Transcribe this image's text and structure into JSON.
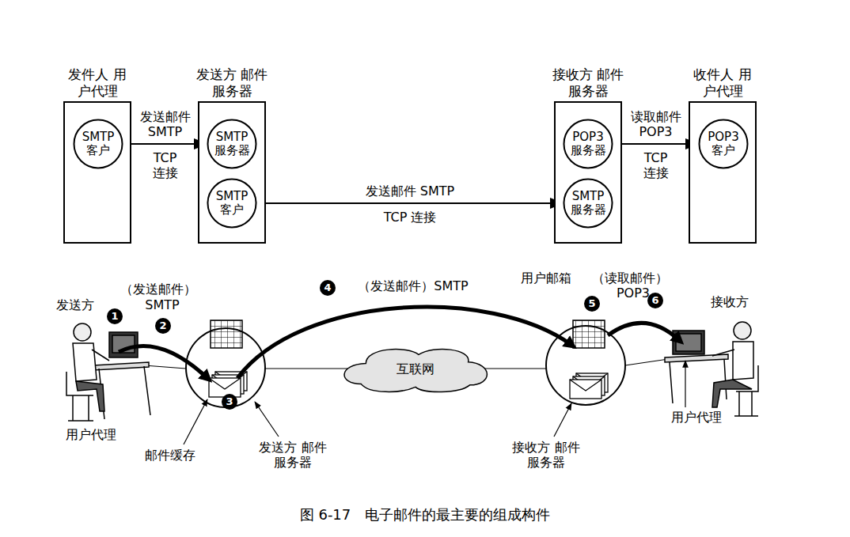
{
  "diagram": {
    "caption": "图 6-17　电子邮件的最主要的组成构件",
    "nodes": [
      {
        "text": [
          "发件人 用户代理"
        ]
      },
      {
        "text": [
          "SMTP 客户"
        ],
        "in": 0
      },
      {
        "text": [
          "发送方 邮件服务器"
        ]
      },
      {
        "text": [
          "SMTP 服务器"
        ],
        "in": 2
      },
      {
        "text": [
          "SMTP 客户"
        ],
        "in": 2
      },
      {
        "text": [
          "接收方 邮件服务器"
        ]
      },
      {
        "text": [
          "POP3 服务器"
        ],
        "in": 5
      },
      {
        "text": [
          "SMTP 服务器"
        ],
        "in": 5
      },
      {
        "text": [
          "收件人 用户代理"
        ]
      },
      {
        "text": [
          "POP3 客户"
        ],
        "in": 8
      },
      {
        "text": [
          "互联网"
        ]
      }
    ],
    "edges": [
      {
        "from": 1,
        "to": 3,
        "arrow": "to",
        "label": "发送邮件 SMTP"
      },
      {
        "from": 4,
        "to": 7,
        "arrow": "to",
        "label": "发送邮件 SMTP"
      },
      {
        "from": 6,
        "to": 9,
        "arrow": "to",
        "label": "读取邮件 POP3"
      }
    ],
    "labels": [
      "TCP 连接",
      "TCP 连接",
      "TCP 连接",
      "发送方",
      "（发送邮件）",
      "SMTP",
      "1",
      "2",
      "3",
      "用户代理",
      "邮件缓存",
      "发送方 邮件服务器",
      "4",
      "（发送邮件）SMTP",
      "用户邮箱",
      "（读取邮件）",
      "POP3",
      "5",
      "6",
      "接收方",
      "用户代理",
      "接收方 邮件服务器"
    ]
  }
}
